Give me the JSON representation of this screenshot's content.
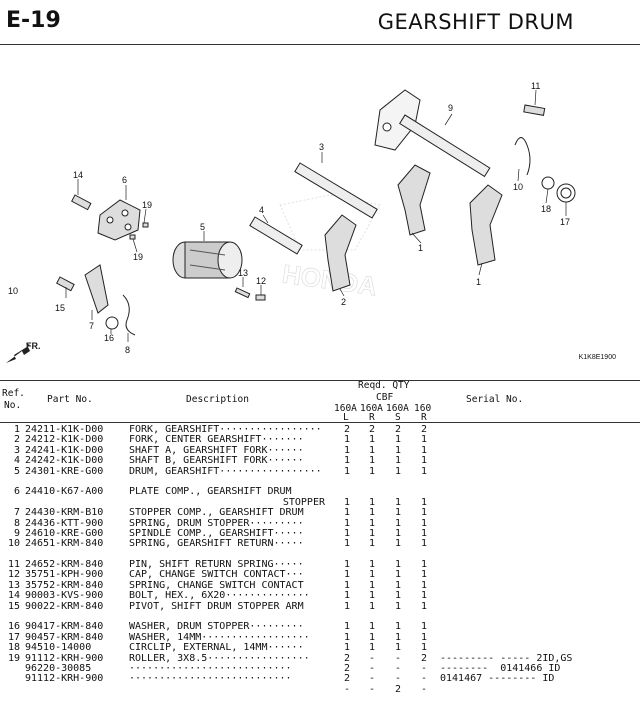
{
  "page": {
    "id": "E-19",
    "title": "GEARSHIFT DRUM"
  },
  "figure": {
    "code": "K1K8E1900",
    "direction_label": "FR.",
    "callouts": {
      "c1a": "1",
      "c1b": "1",
      "c2": "2",
      "c3": "3",
      "c4": "4",
      "c5": "5",
      "c6": "6",
      "c7": "7",
      "c8": "8",
      "c9": "9",
      "c10a": "10",
      "c10b": "10",
      "c11": "11",
      "c12": "12",
      "c13": "13",
      "c14": "14",
      "c15": "15",
      "c16": "16",
      "c17": "17",
      "c18": "18",
      "c19a": "19",
      "c19b": "19"
    },
    "watermark": "HONDA"
  },
  "table_header": {
    "ref": "Ref.",
    "no": "No.",
    "part_no": "Part No.",
    "description": "Description",
    "reqd_qty": "Reqd. QTY",
    "model": "CBF",
    "cols_top": [
      "160A",
      "160A",
      "160A",
      "160"
    ],
    "cols_bottom": [
      "L",
      "R",
      "S",
      "R"
    ],
    "serial": "Serial No."
  },
  "parts": [
    {
      "ref": "1",
      "part": "24211-K1K-D00",
      "desc": "FORK, GEARSHIFT·················",
      "q": [
        "2",
        "2",
        "2",
        "2"
      ]
    },
    {
      "ref": "2",
      "part": "24212-K1K-D00",
      "desc": "FORK, CENTER GEARSHIFT·······",
      "q": [
        "1",
        "1",
        "1",
        "1"
      ]
    },
    {
      "ref": "3",
      "part": "24241-K1K-D00",
      "desc": "SHAFT A, GEARSHIFT FORK······",
      "q": [
        "1",
        "1",
        "1",
        "1"
      ]
    },
    {
      "ref": "4",
      "part": "24242-K1K-D00",
      "desc": "SHAFT B, GEARSHIFT FORK······",
      "q": [
        "1",
        "1",
        "1",
        "1"
      ]
    },
    {
      "ref": "5",
      "part": "24301-KRE-G00",
      "desc": "DRUM, GEARSHIFT·················",
      "q": [
        "1",
        "1",
        "1",
        "1"
      ]
    },
    {
      "gap": true
    },
    {
      "ref": "6",
      "part": "24410-K67-A00",
      "desc": "PLATE COMP., GEARSHIFT DRUM",
      "q": [
        "",
        "",
        "",
        ""
      ]
    },
    {
      "ref": "",
      "part": "",
      "desc": "",
      "desc2": "STOPPER",
      "q": [
        "1",
        "1",
        "1",
        "1"
      ]
    },
    {
      "ref": "7",
      "part": "24430-KRM-B10",
      "desc": "STOPPER COMP., GEARSHIFT DRUM",
      "q": [
        "1",
        "1",
        "1",
        "1"
      ]
    },
    {
      "ref": "8",
      "part": "24436-KTT-900",
      "desc": "SPRING, DRUM STOPPER·········",
      "q": [
        "1",
        "1",
        "1",
        "1"
      ]
    },
    {
      "ref": "9",
      "part": "24610-KRE-G00",
      "desc": "SPINDLE COMP., GEARSHIFT·····",
      "q": [
        "1",
        "1",
        "1",
        "1"
      ]
    },
    {
      "ref": "10",
      "part": "24651-KRM-840",
      "desc": "SPRING, GEARSHIFT RETURN·····",
      "q": [
        "1",
        "1",
        "1",
        "1"
      ]
    },
    {
      "gap": true
    },
    {
      "ref": "11",
      "part": "24652-KRM-840",
      "desc": "PIN, SHIFT RETURN SPRING·····",
      "q": [
        "1",
        "1",
        "1",
        "1"
      ]
    },
    {
      "ref": "12",
      "part": "35751-KPH-900",
      "desc": "CAP, CHANGE SWITCH CONTACT···",
      "q": [
        "1",
        "1",
        "1",
        "1"
      ]
    },
    {
      "ref": "13",
      "part": "35752-KRM-840",
      "desc": "SPRING, CHANGE SWITCH CONTACT",
      "q": [
        "1",
        "1",
        "1",
        "1"
      ]
    },
    {
      "ref": "14",
      "part": "90003-KVS-900",
      "desc": "BOLT, HEX., 6X20··············",
      "q": [
        "1",
        "1",
        "1",
        "1"
      ]
    },
    {
      "ref": "15",
      "part": "90022-KRM-840",
      "desc": "PIVOT, SHIFT DRUM STOPPER ARM",
      "q": [
        "1",
        "1",
        "1",
        "1"
      ]
    },
    {
      "gap": true
    },
    {
      "ref": "16",
      "part": "90417-KRM-840",
      "desc": "WASHER, DRUM STOPPER·········",
      "q": [
        "1",
        "1",
        "1",
        "1"
      ]
    },
    {
      "ref": "17",
      "part": "90457-KRM-840",
      "desc": "WASHER, 14MM··················",
      "q": [
        "1",
        "1",
        "1",
        "1"
      ]
    },
    {
      "ref": "18",
      "part": "94510-14000",
      "desc": "CIRCLIP, EXTERNAL, 14MM······",
      "q": [
        "1",
        "1",
        "1",
        "1"
      ]
    },
    {
      "ref": "19",
      "part": "91112-KRH-900",
      "desc": "ROLLER, 3X8.5·················",
      "q": [
        "2",
        "-",
        "-",
        "2"
      ],
      "serial": "--------- ----- 2ID,GS"
    },
    {
      "ref": "",
      "part": "96220-30085",
      "desc": "···························",
      "q": [
        "2",
        "-",
        "-",
        "-"
      ],
      "serial": "--------  0141466 ID"
    },
    {
      "ref": "",
      "part": "91112-KRH-900",
      "desc": "···························",
      "q": [
        "2",
        "-",
        "-",
        "-"
      ],
      "serial": "0141467 -------- ID"
    },
    {
      "ref": "",
      "part": "",
      "desc": "",
      "q": [
        "-",
        "-",
        "2",
        "-"
      ]
    }
  ]
}
